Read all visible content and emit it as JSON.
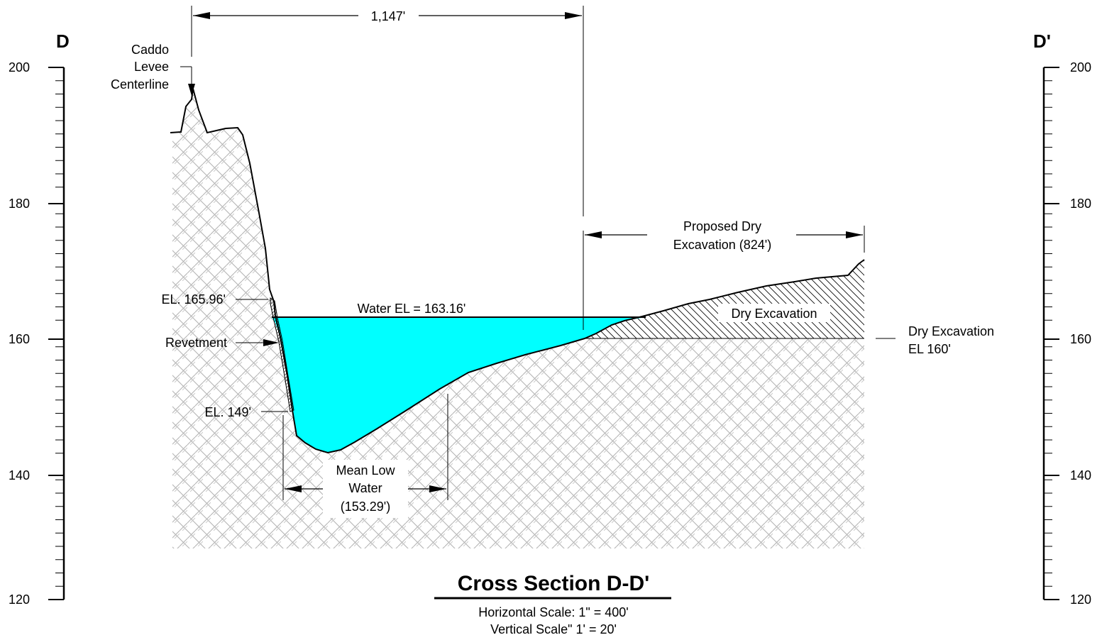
{
  "sections": {
    "left": "D",
    "right": "D'"
  },
  "elevation_axis": {
    "ticks": [
      "200",
      "180",
      "160",
      "140",
      "120"
    ]
  },
  "dimensions": {
    "levee_to_excavation": "1,147'",
    "excavation_line1": "Proposed Dry",
    "excavation_line2": "Excavation (824')"
  },
  "labels": {
    "levee_line1": "Caddo",
    "levee_line2": "Levee",
    "levee_line3": "Centerline",
    "el_top": "EL. 165.96'",
    "revetment": "Revetment",
    "el_bottom": "EL. 149'",
    "water_el": "Water EL = 163.16'",
    "dry_excavation": "Dry Excavation",
    "dry_excavation_el_line1": "Dry Excavation",
    "dry_excavation_el_line2": "EL 160'",
    "mlw_line1": "Mean Low",
    "mlw_line2": "Water",
    "mlw_line3": "(153.29')"
  },
  "title": {
    "main": "Cross Section D-D'",
    "scale_h": "Horizontal Scale: 1\" = 400'",
    "scale_v": "Vertical Scale\" 1' = 20'"
  },
  "colors": {
    "water": "#00ffff",
    "ground_pattern": "#b4b4b4",
    "ink": "#000000"
  }
}
